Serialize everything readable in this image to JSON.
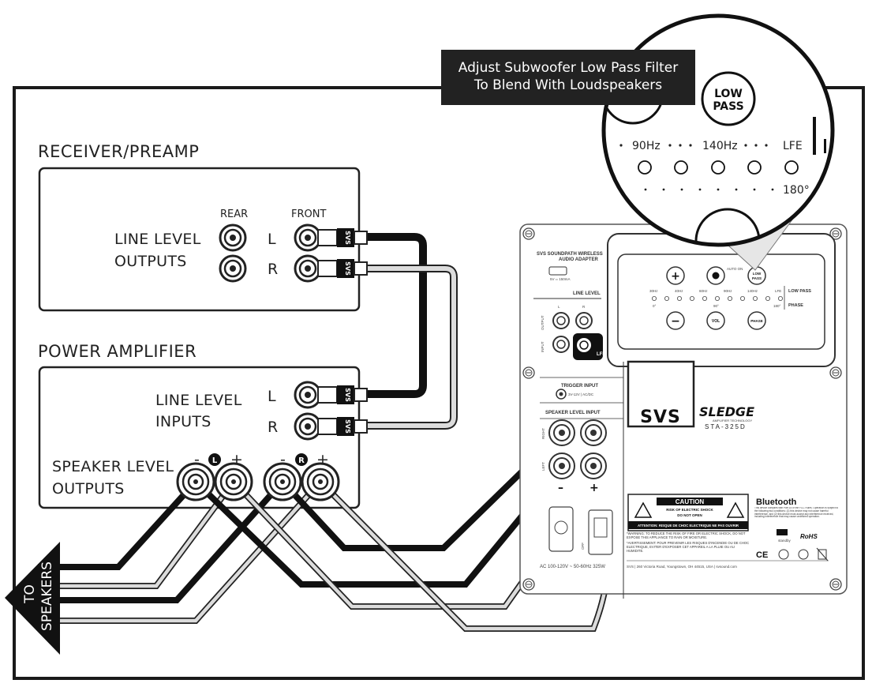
{
  "callout": {
    "line1": "Adjust Subwoofer Low Pass Filter",
    "line2": "To Blend With Loudspeakers"
  },
  "zoom": {
    "button_line1": "LOW",
    "button_line2": "PASS",
    "scale_90": "90Hz",
    "scale_140": "140Hz",
    "scale_lfe": "LFE",
    "scale_180": "180°"
  },
  "receiver": {
    "title": "RECEIVER/PREAMP",
    "outputs_line1": "LINE LEVEL",
    "outputs_line2": "OUTPUTS",
    "rear": "REAR",
    "front": "FRONT",
    "left": "L",
    "right": "R"
  },
  "amplifier": {
    "title": "POWER AMPLIFIER",
    "inputs_line1": "LINE LEVEL",
    "inputs_line2": "INPUTS",
    "left": "L",
    "right": "R",
    "speaker_line1": "SPEAKER LEVEL",
    "speaker_line2": "OUTPUTS",
    "terminal_left": "L",
    "terminal_right": "R",
    "minus": "-",
    "plus": "+"
  },
  "plug_brand": "SVS",
  "to_speakers": {
    "line1": "TO",
    "line2": "SPEAKERS"
  },
  "subwoofer": {
    "wireless_line1": "SVS SOUNDPATH WIRELESS",
    "wireless_line2": "AUDIO ADAPTER",
    "usb_spec": "5V ═ 150mA",
    "line_level": "LINE LEVEL",
    "output": "OUTPUT",
    "input": "INPUT",
    "l": "L",
    "r": "R",
    "lfe": "LFE",
    "auto_on": "AUTO ON",
    "low_pass_btn1": "LOW",
    "low_pass_btn2": "PASS",
    "low_pass_label": "LOW PASS",
    "phase_label": "PHASE",
    "freq_30": "30Hz",
    "freq_40": "40Hz",
    "freq_60": "60Hz",
    "freq_90": "90Hz",
    "freq_140": "140Hz",
    "freq_lfe": "LFE",
    "phase_0": "0°",
    "phase_90": "90°",
    "phase_180": "180°",
    "vol": "VOL",
    "phase_btn": "PHASE",
    "trigger_input": "TRIGGER INPUT",
    "trigger_spec": "3V-12V | AC/DC",
    "speaker_level_input": "SPEAKER LEVEL INPUT",
    "right": "RIGHT",
    "left": "LEFT",
    "minus": "–",
    "plus": "+",
    "brand": "SVS",
    "model_name": "SLEDGE",
    "model_sub": "AMPLIFIER TECHNOLOGY",
    "model_number": "STA-325D",
    "caution": "CAUTION",
    "caution_line1": "RISK OF ELECTRIC SHOCK",
    "caution_line2": "DO NOT OPEN",
    "attention": "ATTENTION: RISQUE DE CHOC ELECTRIQUE NE PAS OUVRIR",
    "warning_text": "*WARNING: TO REDUCE THE RISK OF FIRE OR ELECTRIC SHOCK, DO NOT EXPOSE THIS APPLIANCE TO RAIN OR MOISTURE.",
    "avertissement_text": "*AVERTISSEMENT: POUR PREVENIR LES RISQUES D'INCENDIE OU DE CHOC ELECTRIQUE, EVITER D'EXPOSER CET APPAREIL A LA PLUIE OU AU HUMIDITE.",
    "address": "SVS | 260 Victoria Road, Youngstown, OH 44515, USA | svsound.com",
    "power_spec": "AC 100-120V ~ 50-60Hz  325W",
    "off": "OFF",
    "bluetooth": "Bluetooth",
    "fcc_text": "This device complies with Part 15 of the FCC Rules. Operation is subject to the following two conditions: (1) this device may not cause harmful interference, and (2) this device must accept any interference received, including interference that may cause undesired operation.",
    "standby": "standby",
    "rohs": "RoHS",
    "ce": "CE"
  }
}
